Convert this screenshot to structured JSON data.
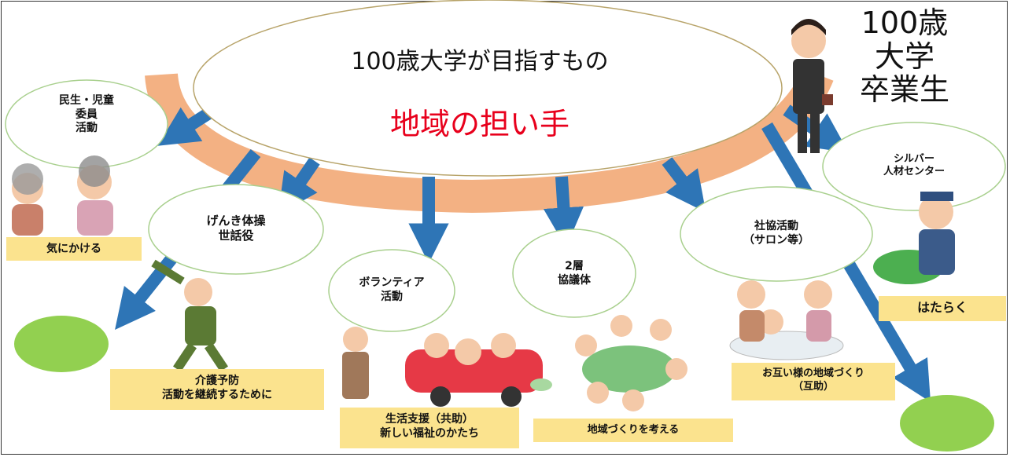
{
  "colors": {
    "band": "#f3b183",
    "arrow": "#2e75b6",
    "oval_stroke": "#b8a46a",
    "bubble_stroke": "#a9d08e",
    "label_bg": "#fbe38e",
    "green_circle": "#92d050",
    "accent_red": "#e8001c"
  },
  "main": {
    "title": "100歳大学が目指すもの",
    "subtitle": "地域の担い手"
  },
  "graduate": {
    "label": "100歳\n大学\n卒業生",
    "icon": "graduate-woman-icon"
  },
  "bubbles": [
    {
      "id": "minsei",
      "text": "民生・児童\n委員\n活動"
    },
    {
      "id": "genki",
      "text": "げんき体操\n世話役"
    },
    {
      "id": "volunteer",
      "text": "ボランティア\n活動"
    },
    {
      "id": "nisou",
      "text": "2層\n協議体"
    },
    {
      "id": "shakyo",
      "text": "社協活動\n（サロン等）"
    },
    {
      "id": "silver",
      "text": "シルバー\n人材センター"
    }
  ],
  "labels": {
    "kinikakeru": "気にかける",
    "kaigo": "介護予防\n活動を継続するために",
    "seikatsu": "生活支援（共助）\n新しい福祉のかたち",
    "chiiki": "地域づくりを考える",
    "otagai": "お互い様の地域づくり\n（互助）",
    "hataraku": "はたらく"
  },
  "illustrations": {
    "minsei": "elderly-chatting-icon",
    "genki": "stretching-exercise-icon",
    "volunteer": "volunteer-car-icon",
    "nisou": "meeting-table-icon",
    "shakyo": "salon-tea-icon",
    "silver": "gardener-icon"
  }
}
